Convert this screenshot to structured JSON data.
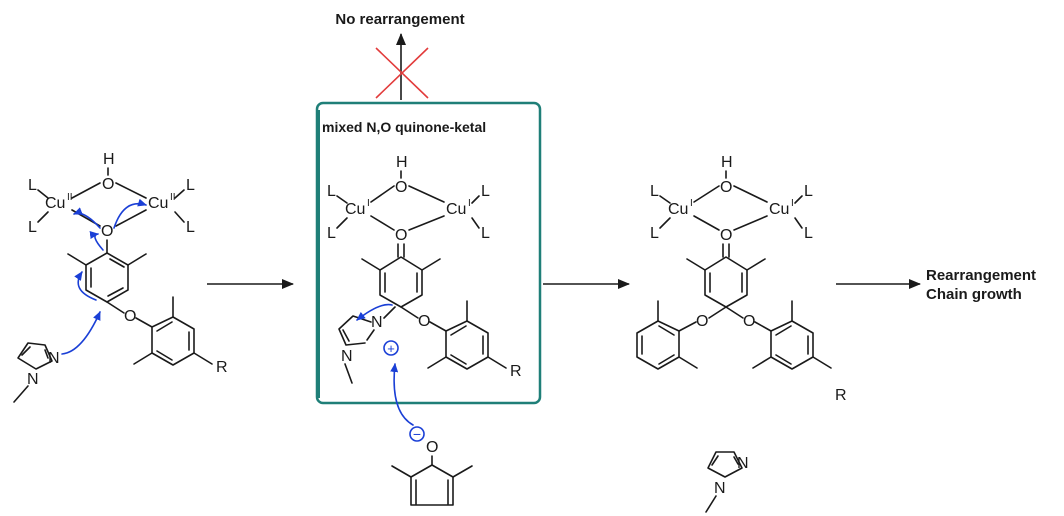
{
  "labels": {
    "no_rearrangement": "No rearrangement",
    "ketal_title": "mixed N,O quinone-ketal",
    "rearrangement": "Rearrangement",
    "chain_growth": "Chain growth"
  },
  "atoms": {
    "copper": "Cu",
    "ox_state_2": "II",
    "ox_state_1": "I",
    "ligand": "L",
    "oxygen": "O",
    "hydrogen": "H",
    "nitrogen": "N",
    "r_group": "R",
    "plus": "+",
    "minus": "−"
  },
  "colors": {
    "bond": "#1a1a1a",
    "electron_arrow": "#1a3fd6",
    "blocked_cross": "#e23b3b",
    "box_border": "#1f7f78"
  }
}
